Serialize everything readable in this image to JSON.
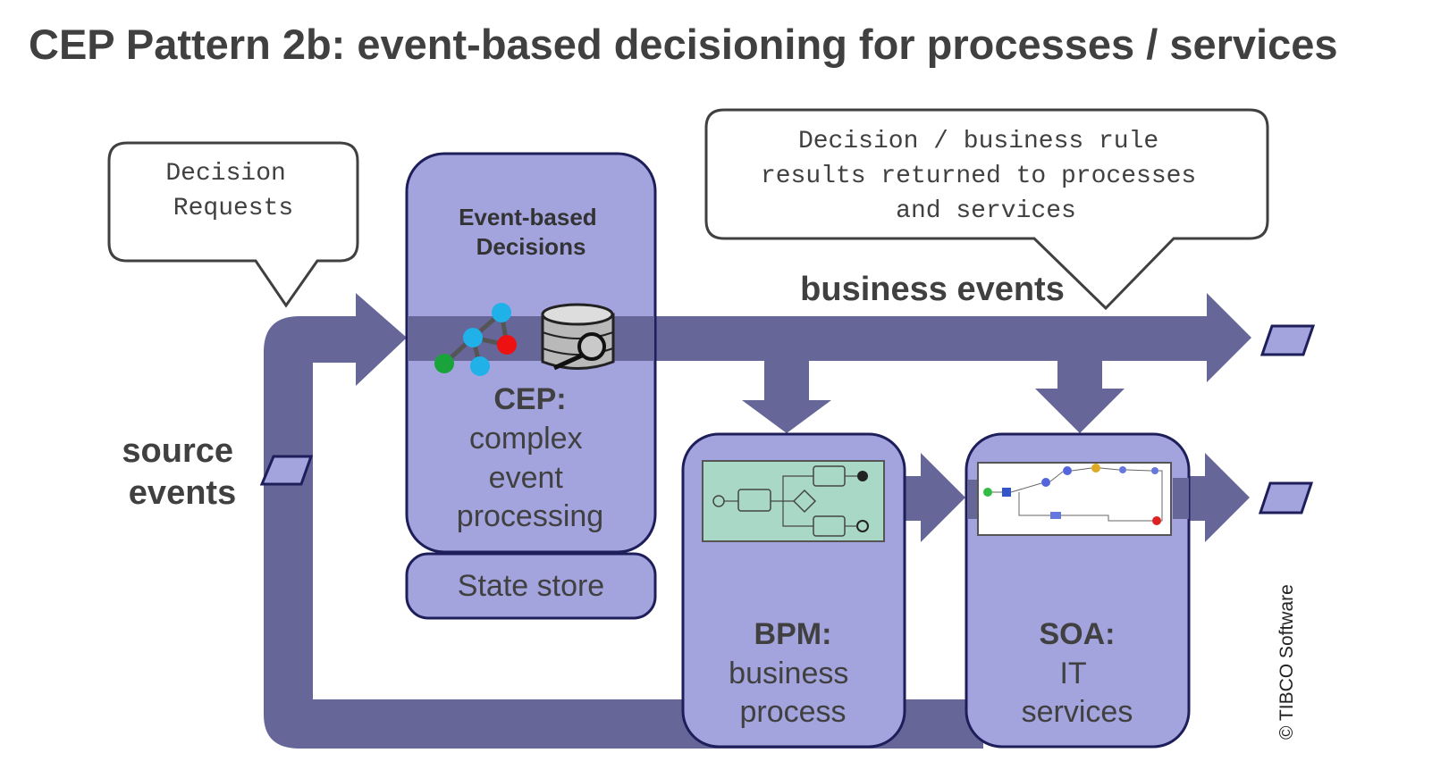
{
  "title": "CEP Pattern 2b: event-based decisioning for processes / services",
  "callout_requests": [
    "Decision",
    "Requests"
  ],
  "callout_results": [
    "Decision / business rule",
    "results returned to processes",
    "and services"
  ],
  "labels": {
    "business_events": "business events",
    "source_events": [
      "source",
      "events"
    ]
  },
  "cep": {
    "header": [
      "Event-based",
      "Decisions"
    ],
    "heading": "CEP:",
    "body": [
      "complex",
      "event",
      "processing"
    ]
  },
  "state_store": "State store",
  "bpm": {
    "heading": "BPM:",
    "body": [
      "business",
      "process"
    ]
  },
  "soa": {
    "heading": "SOA:",
    "body": [
      "IT",
      "services"
    ]
  },
  "copyright": "© TIBCO Software",
  "colors": {
    "arrow": "#666699",
    "box_fill": "#a3a3de",
    "box_stroke": "#1e1e5a",
    "title_text": "#404040",
    "bpm_diagram_bg": "#a9d9c6"
  },
  "icons": [
    "network-graph-icon",
    "database-search-icon"
  ]
}
